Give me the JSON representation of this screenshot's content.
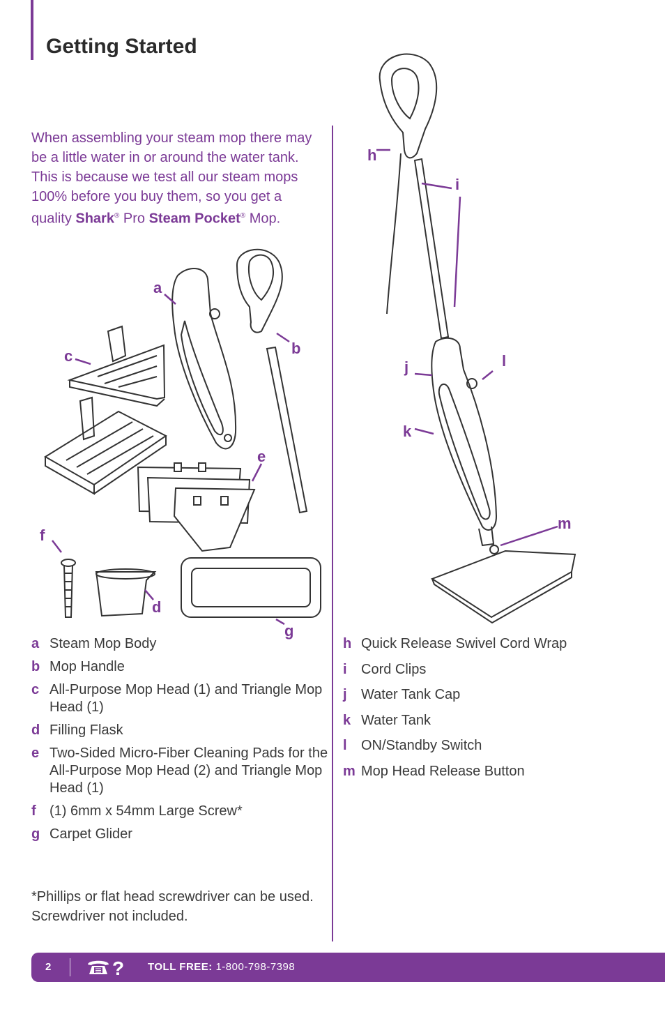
{
  "header": {
    "title": "Getting Started"
  },
  "intro": {
    "text_1": "When assembling your steam mop there may be a little water in or around the water tank. This is because we test all our steam mops 100% before you buy them, so you get a quality ",
    "brand": "Shark",
    "reg": "®",
    "text_2": " Pro ",
    "product": "Steam Pocket",
    "reg2": "®",
    "text_3": " Mop."
  },
  "callouts": {
    "a": "a",
    "b": "b",
    "c": "c",
    "d": "d",
    "e": "e",
    "f": "f",
    "g": "g",
    "h": "h",
    "i": "i",
    "j": "j",
    "k": "k",
    "l": "l",
    "m": "m"
  },
  "parts_left": [
    {
      "key": "a",
      "label": "Steam Mop Body"
    },
    {
      "key": "b",
      "label": "Mop Handle"
    },
    {
      "key": "c",
      "label": "All-Purpose Mop Head (1) and Triangle Mop Head (1)"
    },
    {
      "key": "d",
      "label": "Filling Flask"
    },
    {
      "key": "e",
      "label": "Two-Sided Micro-Fiber Cleaning Pads  for the All-Purpose Mop Head (2) and Triangle Mop Head (1)"
    },
    {
      "key": "f",
      "label": "(1) 6mm x 54mm Large Screw*"
    },
    {
      "key": "g",
      "label": "Carpet Glider"
    }
  ],
  "parts_right": [
    {
      "key": "h",
      "label": "Quick Release Swivel Cord Wrap"
    },
    {
      "key": "i",
      "label": "Cord Clips"
    },
    {
      "key": "j",
      "label": "Water Tank Cap"
    },
    {
      "key": "k",
      "label": "Water Tank"
    },
    {
      "key": "l",
      "label": "ON/Standby Switch"
    },
    {
      "key": "m",
      "label": "Mop Head Release Button"
    }
  ],
  "footnote": "*Phillips or flat head screwdriver can be used. Screwdriver not included.",
  "footer": {
    "page_number": "2",
    "toll_label": "TOLL FREE:",
    "toll_number": "1-800-798-7398",
    "icon": "phone-question-icon"
  },
  "colors": {
    "accent": "#7b3a96",
    "text": "#3a3a3a"
  }
}
